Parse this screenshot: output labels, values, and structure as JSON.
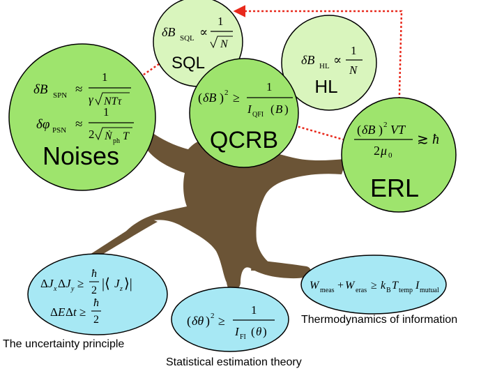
{
  "colors": {
    "trunk": "#6b5436",
    "circle_fill": "#9ee46d",
    "circle_light": "#d9f5bd",
    "ellipse_fill": "#a7e8f4",
    "stroke": "#000000",
    "arrow": "#e8291c"
  },
  "circles": {
    "sql": {
      "title": "SQL",
      "formula": "δB_SQL ∝ 1/√N"
    },
    "hl": {
      "title": "HL",
      "formula": "δB_HL ∝ 1/N"
    },
    "noises": {
      "title": "Noises",
      "formula_1": "δB_SPN ≈ 1/(γ√(NTτ))",
      "formula_2": "δφ_PSN ≈ 1/(2√(Ṅ_ph T))"
    },
    "qcrb": {
      "title": "QCRB",
      "formula": "(δB)² ≥ 1/I_QFI(B)"
    },
    "erl": {
      "title": "ERL",
      "formula": "(δB)² VT / 2μ₀ ≳ ħ"
    }
  },
  "ellipses": {
    "uncertainty": {
      "formula_1": "ΔJxΔJy ≥ ħ/2 |⟨Jz⟩|",
      "formula_2": "ΔEΔt ≥ ħ/2"
    },
    "estimation": {
      "formula": "(δθ)² ≥ 1/I_FI(θ)"
    },
    "thermo": {
      "formula": "W_meas + W_eras ≥ k_B T_temp I_mutual"
    }
  },
  "captions": {
    "uncertainty": "The uncertainty principle",
    "estimation": "Statistical estimation theory",
    "thermo": "Thermodynamics of information"
  }
}
